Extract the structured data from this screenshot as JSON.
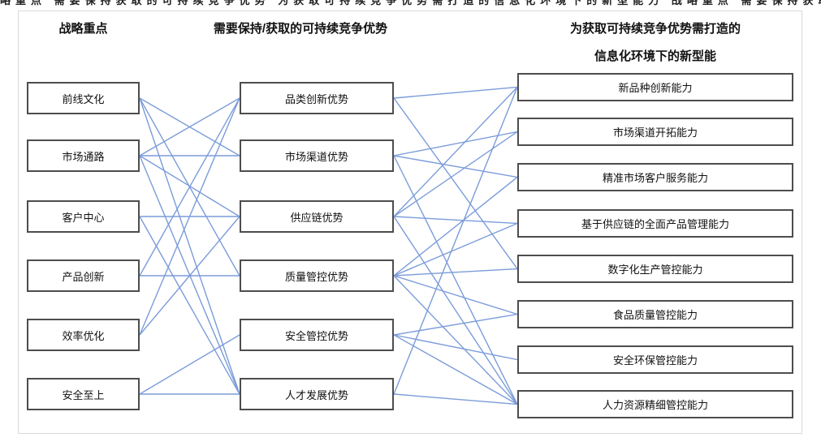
{
  "clipped_top_text": "略重点 需要保持获取的可持续竞争优势 为获取可持续竞争优势需打造的信息化环境下的新型能力 战略重点 需要保持获取的可持续竞争优势 为获取可持续竞争优势需打造的新型能力",
  "columns": {
    "left": {
      "title": "战略重点",
      "items": [
        "前线文化",
        "市场通路",
        "客户中心",
        "产品创新",
        "效率优化",
        "安全至上"
      ]
    },
    "middle": {
      "title": "需要保持/获取的可持续竞争优势",
      "items": [
        "品类创新优势",
        "市场渠道优势",
        "供应链优势",
        "质量管控优势",
        "安全管控优势",
        "人才发展优势"
      ]
    },
    "right": {
      "title_line1": "为获取可持续竞争优势需打造的",
      "title_line2": "信息化环境下的新型能",
      "items": [
        "新品种创新能力",
        "市场渠道开拓能力",
        "精准市场客户服务能力",
        "基于供应链的全面产品管理能力",
        "数字化生产管控能力",
        "食品质量管控能力",
        "安全环保管控能力",
        "人力资源精细管控能力"
      ]
    }
  },
  "graph": {
    "links_left_to_middle": [
      [
        0,
        1
      ],
      [
        0,
        3
      ],
      [
        0,
        5
      ],
      [
        1,
        0
      ],
      [
        1,
        1
      ],
      [
        1,
        2
      ],
      [
        1,
        5
      ],
      [
        2,
        2
      ],
      [
        2,
        5
      ],
      [
        3,
        0
      ],
      [
        3,
        3
      ],
      [
        4,
        0
      ],
      [
        4,
        2
      ],
      [
        5,
        4
      ],
      [
        5,
        5
      ]
    ],
    "links_middle_to_right": [
      [
        0,
        0
      ],
      [
        0,
        4
      ],
      [
        1,
        1
      ],
      [
        1,
        2
      ],
      [
        1,
        7
      ],
      [
        2,
        0
      ],
      [
        2,
        1
      ],
      [
        2,
        3
      ],
      [
        2,
        7
      ],
      [
        3,
        2
      ],
      [
        3,
        3
      ],
      [
        3,
        4
      ],
      [
        3,
        5
      ],
      [
        3,
        7
      ],
      [
        4,
        5
      ],
      [
        4,
        6
      ],
      [
        4,
        7
      ],
      [
        5,
        0
      ],
      [
        5,
        7
      ]
    ]
  },
  "colors": {
    "line": "#7b9cd9",
    "box_border": "#4d4d4d",
    "frame_border": "#d9d9d9",
    "text": "#111111"
  }
}
